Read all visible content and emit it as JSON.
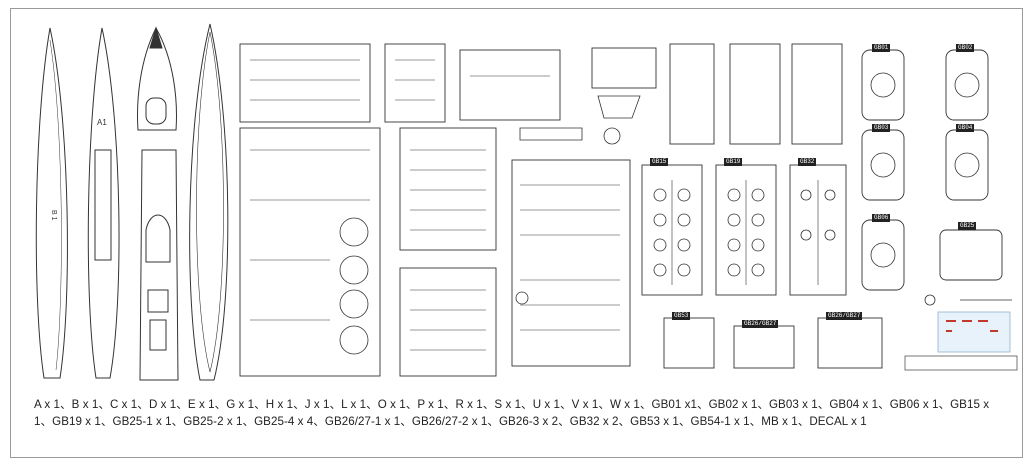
{
  "sheet": {
    "hull_mark_b": "B 1",
    "hull_mark_a": "A1",
    "sprue_labels": [
      "GB01",
      "GB02",
      "GB03",
      "GB04",
      "GB06",
      "GB25",
      "GB15",
      "GB19",
      "GB32",
      "GB53",
      "GB26/GB27",
      "GB26/GB27"
    ],
    "parts_list": "A x 1、B x 1、C x 1、D x 1、E x 1、G x 1、H x 1、J x 1、L x 1、O x 1、P x 1、R x 1、S x 1、U x 1、V x 1、W x 1、GB01 x1、GB02 x 1、GB03 x 1、GB04 x 1、GB06 x 1、GB15 x 1、GB19 x 1、GB25-1 x 1、GB25-2 x 1、GB25-4 x 4、GB26/27-1 x 1、GB26/27-2 x 1、GB26-3 x 2、GB32 x 2、GB53 x 1、GB54-1 x 1、MB x 1、DECAL x 1"
  },
  "colors": {
    "line": "#333333",
    "paper": "#ffffff",
    "frame": "#9a9a9a"
  }
}
